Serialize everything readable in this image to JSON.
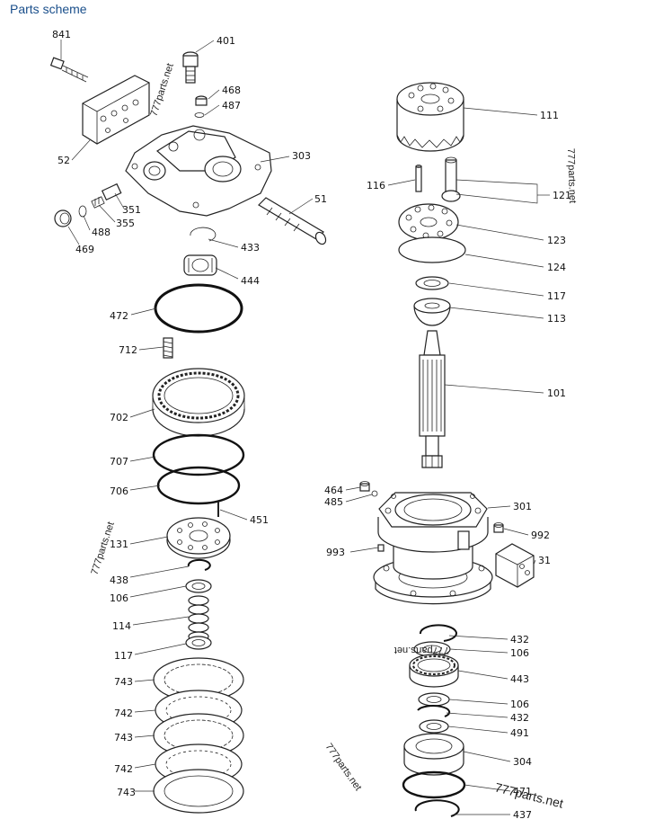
{
  "header": {
    "title": "Parts scheme"
  },
  "watermark": "777parts.net",
  "labels": {
    "p841": "841",
    "p401": "401",
    "p468": "468",
    "p487": "487",
    "p52": "52",
    "p303": "303",
    "p351": "351",
    "p355": "355",
    "p488": "488",
    "p469": "469",
    "p51": "51",
    "p433": "433",
    "p444": "444",
    "p472": "472",
    "p712": "712",
    "p702": "702",
    "p707": "707",
    "p706": "706",
    "p451": "451",
    "p131": "131",
    "p438": "438",
    "p106a": "106",
    "p114": "114",
    "p117a": "117",
    "p743a": "743",
    "p742a": "742",
    "p743b": "743",
    "p742b": "742",
    "p743c": "743",
    "p111": "111",
    "p116": "116",
    "p121": "121",
    "p123": "123",
    "p124": "124",
    "p117b": "117",
    "p113": "113",
    "p101": "101",
    "p464": "464",
    "p485": "485",
    "p301": "301",
    "p992": "992",
    "p993": "993",
    "p31": "31",
    "p432a": "432",
    "p106b": "106",
    "p443": "443",
    "p106c": "106",
    "p432b": "432",
    "p491": "491",
    "p304": "304",
    "p471": "471",
    "p437": "437"
  }
}
